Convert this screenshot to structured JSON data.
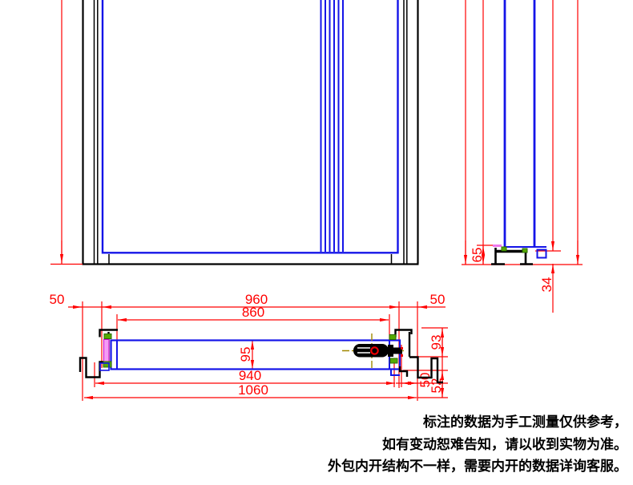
{
  "drawing": {
    "plan": {
      "d50L": "50",
      "d960": "960",
      "d860": "860",
      "d95": "95",
      "d940": "940",
      "d1060": "1060",
      "d50R": "50",
      "d93": "93",
      "d50S": "50",
      "d52": "52"
    },
    "side": {
      "d65": "65",
      "d34": "34"
    }
  },
  "notes": {
    "line1": "标注的数据为手工测量仅供参考，",
    "line2": "如有变动恕难告知，请以收到实物为准。",
    "line3": "外包内开结构不一样，需要内开的数据详询客服。"
  },
  "colors": {
    "dimension": "#ff0000",
    "panel": "#1414e8",
    "profile": "#000000",
    "gasket": "#ee77ee",
    "hardware_accent": "#55aa00",
    "centerline": "#a08800",
    "lock_ring": "#ee0000"
  }
}
